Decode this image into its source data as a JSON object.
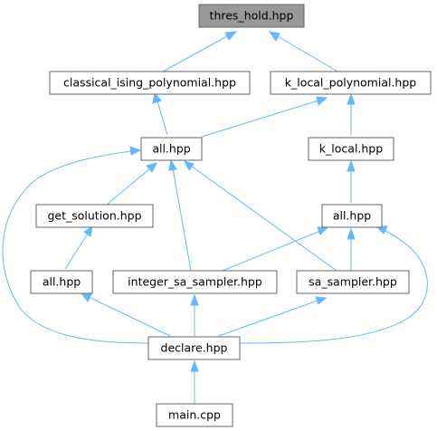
{
  "nodes": {
    "thres_hold": "thres_hold.hpp",
    "classical_ising_polynomial": "classical_ising_polynomial.hpp",
    "k_local_polynomial": "k_local_polynomial.hpp",
    "all_top": "all.hpp",
    "k_local": "k_local.hpp",
    "get_solution": "get_solution.hpp",
    "all_right": "all.hpp",
    "all_left": "all.hpp",
    "integer_sa_sampler": "integer_sa_sampler.hpp",
    "sa_sampler": "sa_sampler.hpp",
    "declare": "declare.hpp",
    "main": "main.cpp"
  },
  "colors": {
    "edge": "#63b8ff",
    "node_border": "#666666",
    "root_fill": "#999999",
    "node_fill": "#ffffff"
  }
}
